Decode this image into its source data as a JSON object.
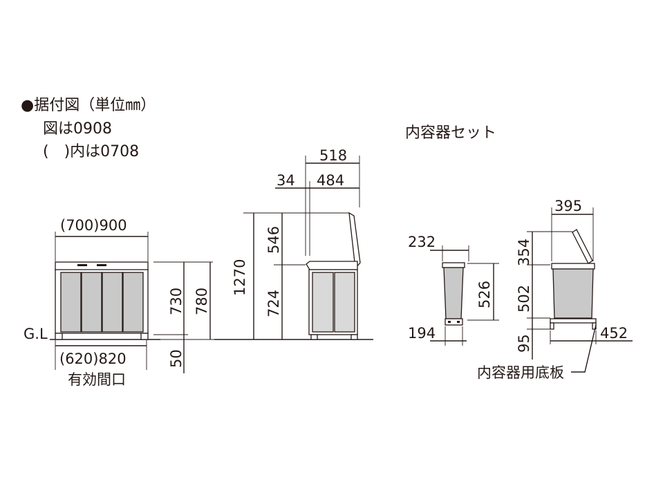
{
  "heading": {
    "bullet": "●",
    "title": "据付図（単位㎜）",
    "line2": "図は0908",
    "line3": "(　)内は0708"
  },
  "inner_set_title": "内容器セット",
  "front_view": {
    "width_top": "(700)900",
    "width_bottom": "(620)820",
    "opening_label": "有効間口",
    "gl_label": "G.L",
    "height_body": "730",
    "height_total": "780",
    "leg_height": "50"
  },
  "side_view": {
    "depth_total": "518",
    "lip": "34",
    "depth_body": "484",
    "height_open": "1270",
    "lid_height": "546",
    "body_height": "724"
  },
  "small_bin": {
    "width_top": "232",
    "width_bottom": "194",
    "height": "526"
  },
  "large_bin": {
    "width_top": "395",
    "lid_height": "354",
    "body_height": "502",
    "base_height": "95",
    "base_width": "452",
    "base_label": "内容器用底板"
  }
}
